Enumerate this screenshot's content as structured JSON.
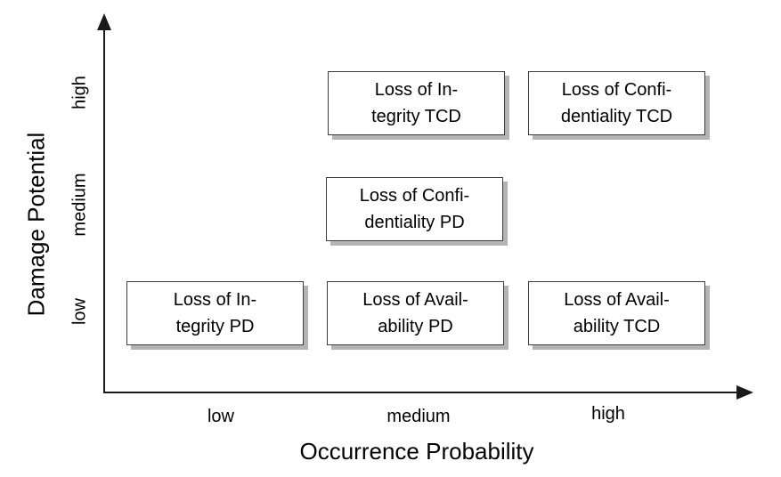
{
  "chart_data": {
    "type": "scatter",
    "title": "",
    "xlabel": "Occurrence Probability",
    "ylabel": "Damage Potential",
    "x_ticks": [
      "low",
      "medium",
      "high"
    ],
    "y_ticks": [
      "low",
      "medium",
      "high"
    ],
    "grid": false,
    "legend": false,
    "points": [
      {
        "label": "Loss of Integrity TCD",
        "x": "medium",
        "y": "high"
      },
      {
        "label": "Loss of Confidentiality TCD",
        "x": "high",
        "y": "high"
      },
      {
        "label": "Loss of Confidentiality PD",
        "x": "medium",
        "y": "medium"
      },
      {
        "label": "Loss of Integrity PD",
        "x": "low",
        "y": "low"
      },
      {
        "label": "Loss of Availability PD",
        "x": "medium",
        "y": "low"
      },
      {
        "label": "Loss of Availability TCD",
        "x": "high",
        "y": "low"
      }
    ]
  },
  "axes": {
    "x_label": "Occurrence Probability",
    "y_label": "Damage Potential",
    "x_ticks": [
      "low",
      "medium",
      "high"
    ],
    "y_ticks_top_to_bottom": [
      "high",
      "medium",
      "low"
    ]
  },
  "nodes": [
    {
      "line1": "Loss of In-",
      "line2": "tegrity TCD"
    },
    {
      "line1": "Loss of Confi-",
      "line2": "dentiality TCD"
    },
    {
      "line1": "Loss of Confi-",
      "line2": "dentiality PD"
    },
    {
      "line1": "Loss of In-",
      "line2": "tegrity PD"
    },
    {
      "line1": "Loss of Avail-",
      "line2": "ability PD"
    },
    {
      "line1": "Loss of Avail-",
      "line2": "ability TCD"
    }
  ],
  "colors": {
    "axis": "#1a1a1a",
    "box_border": "#3d3d3d",
    "box_shadow": "#b4b4b4",
    "background": "#ffffff",
    "text": "#000000"
  }
}
